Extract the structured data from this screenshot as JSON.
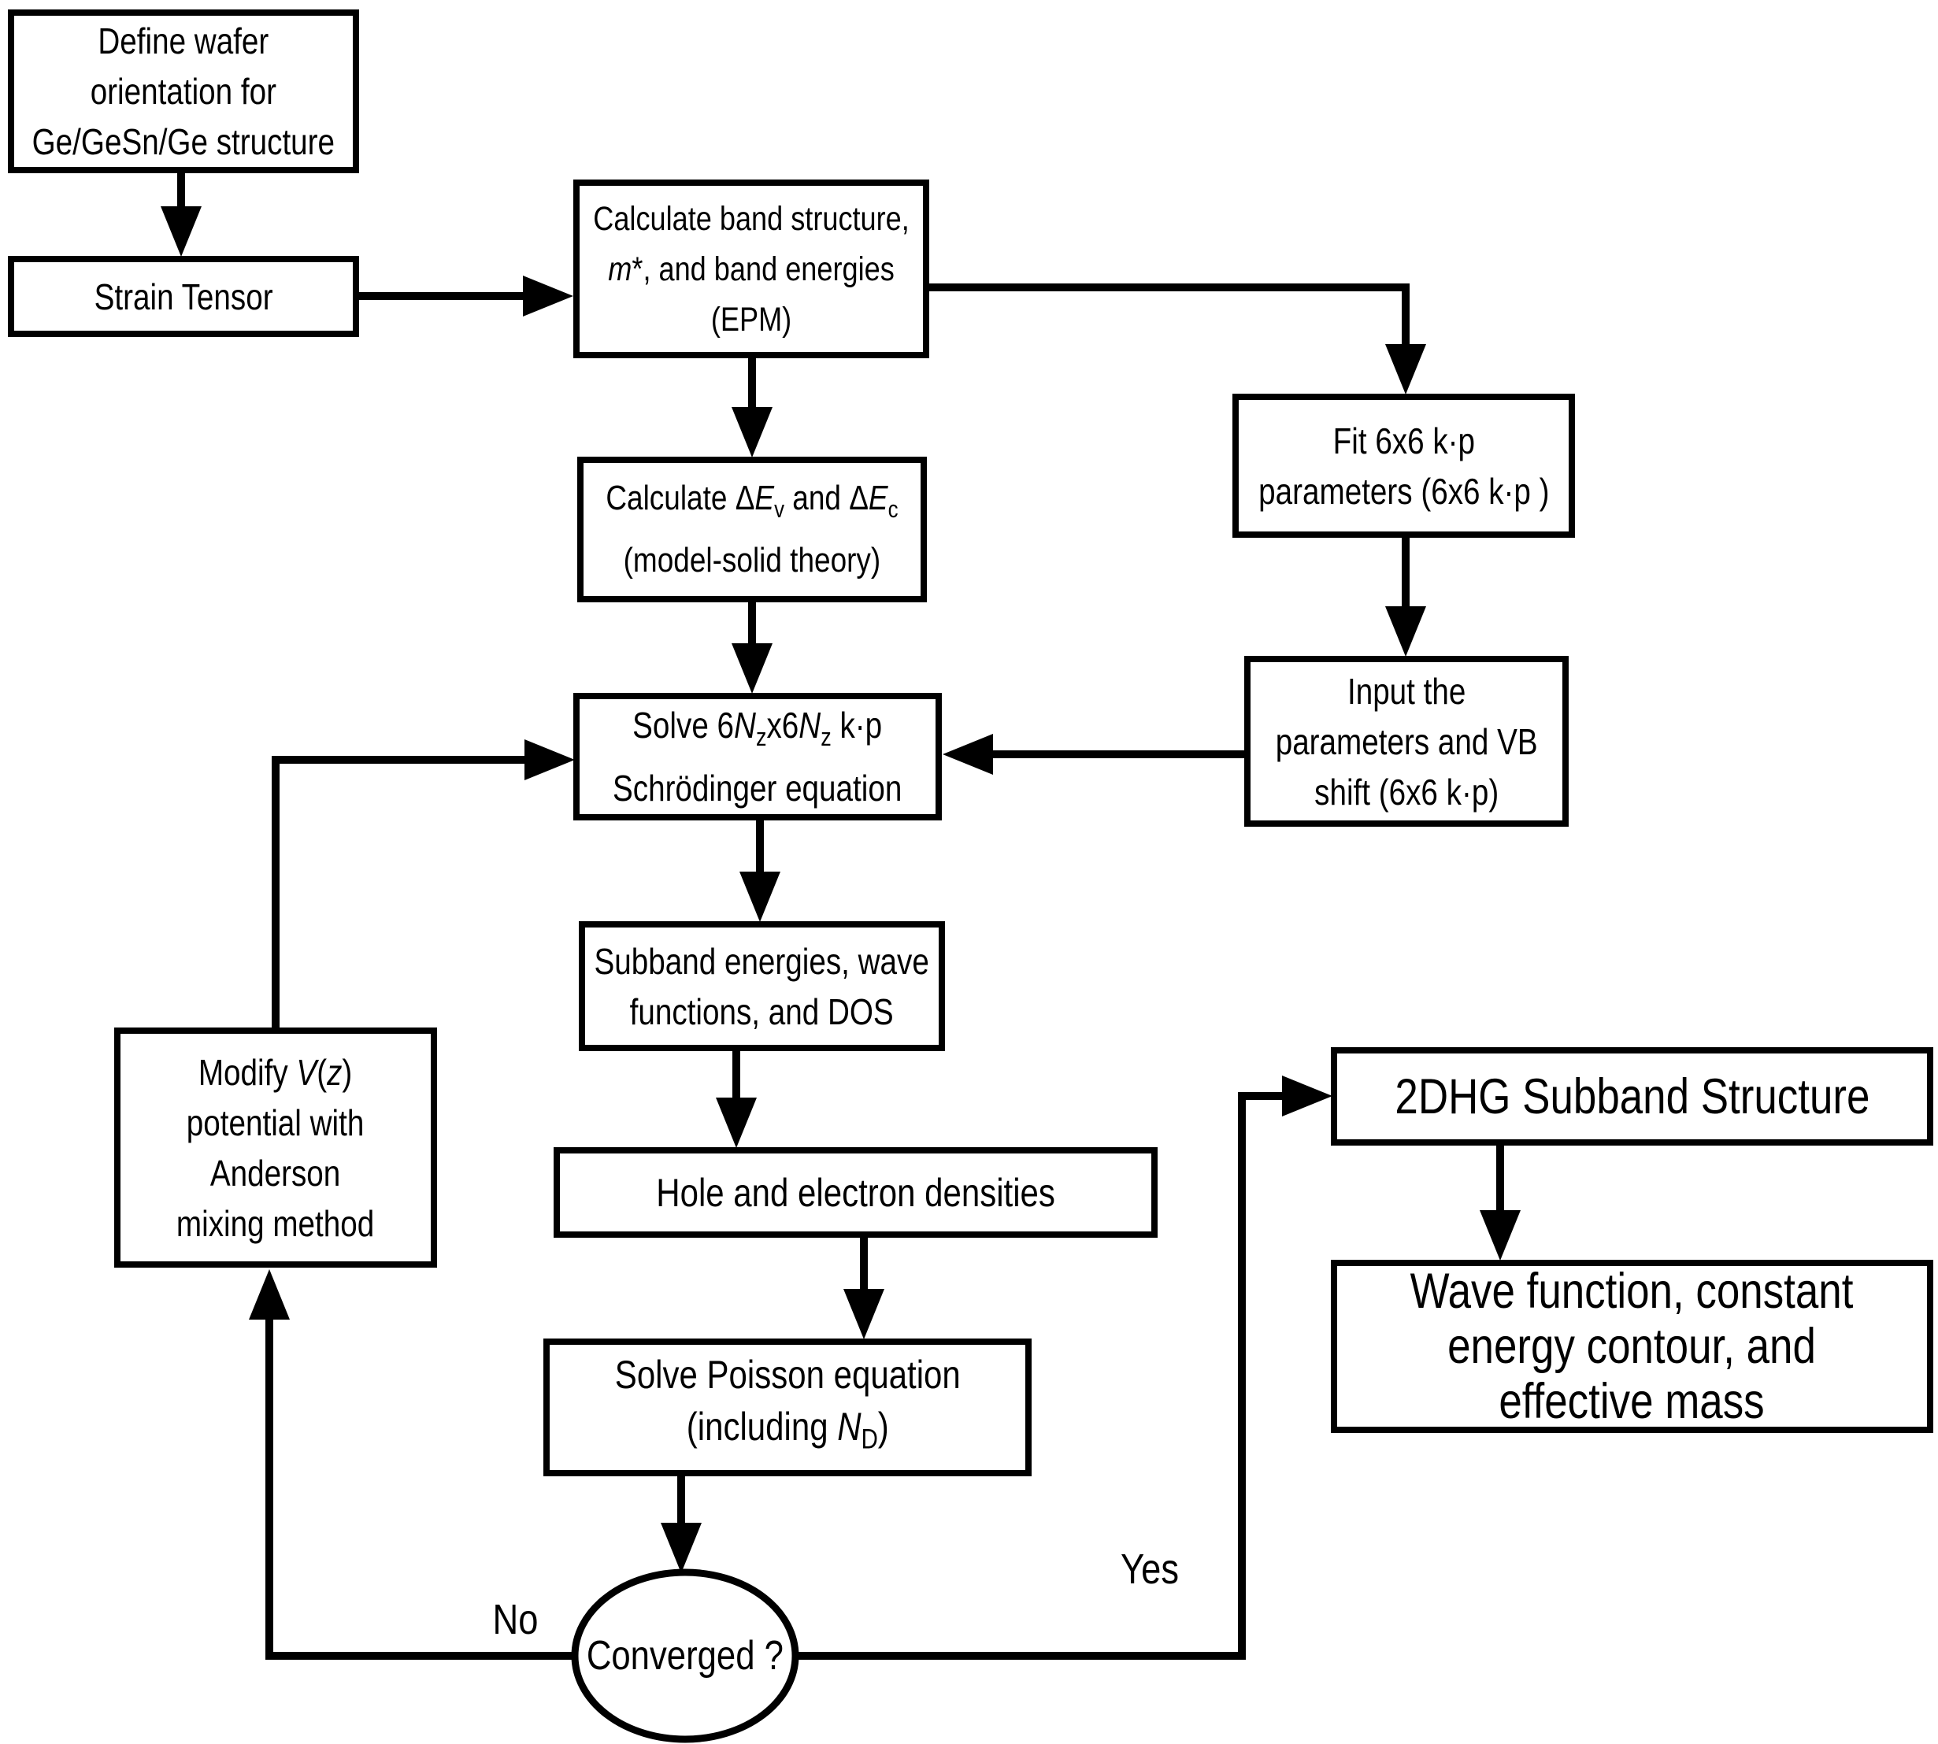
{
  "flowchart": {
    "colors": {
      "ink": "#000000",
      "background": "#ffffff"
    },
    "nodes": {
      "define_wafer": {
        "line1": "Define wafer",
        "line2": "orientation for",
        "line3": "Ge/GeSn/Ge structure"
      },
      "strain_tensor": {
        "label": "Strain Tensor"
      },
      "band_structure": {
        "line1": "Calculate band structure,",
        "line2_em": "m",
        "line2_rest": "*, and band energies",
        "line3": "(EPM)"
      },
      "fit_kp": {
        "line1": "Fit 6x6 k·p",
        "line2": "parameters (6x6 k·p )"
      },
      "band_offsets": {
        "line1_a": "Calculate Δ",
        "line1_e1": "E",
        "line1_s1": "v",
        "line1_b": " and Δ",
        "line1_e2": "E",
        "line1_s2": "c",
        "line2": "(model-solid theory)"
      },
      "input_params": {
        "line1": "Input the",
        "line2": "parameters and VB",
        "line3": "shift (6x6 k·p)"
      },
      "schrodinger": {
        "line1_a": "Solve 6",
        "line1_n1": "N",
        "line1_z1": "z",
        "line1_b": "x6",
        "line1_n2": "N",
        "line1_z2": "z",
        "line1_c": " k·p",
        "line2": "Schrödinger equation"
      },
      "subband": {
        "line1": "Subband energies, wave",
        "line2": "functions, and DOS"
      },
      "modify_potential": {
        "line1_a": "Modify ",
        "line1_v": "V",
        "line1_b": "(",
        "line1_z": "z",
        "line1_c": ")",
        "line2": "potential with",
        "line3": "Anderson",
        "line4": "mixing method"
      },
      "densities": {
        "label": "Hole and electron densities"
      },
      "poisson": {
        "line1": "Solve Poisson equation",
        "line2_a": "(including ",
        "line2_n": "N",
        "line2_d": "D",
        "line2_b": ")"
      },
      "converged": {
        "label": "Converged ?"
      },
      "twodhg": {
        "label": "2DHG Subband Structure"
      },
      "wave_outputs": {
        "line1": "Wave function, constant",
        "line2": "energy contour, and",
        "line3": "effective mass"
      }
    },
    "edge_labels": {
      "no": "No",
      "yes": "Yes"
    },
    "edges": [
      {
        "from": "define_wafer",
        "to": "strain_tensor"
      },
      {
        "from": "strain_tensor",
        "to": "band_structure"
      },
      {
        "from": "band_structure",
        "to": "band_offsets"
      },
      {
        "from": "band_structure",
        "to": "fit_kp"
      },
      {
        "from": "fit_kp",
        "to": "input_params"
      },
      {
        "from": "band_offsets",
        "to": "schrodinger"
      },
      {
        "from": "input_params",
        "to": "schrodinger"
      },
      {
        "from": "schrodinger",
        "to": "subband"
      },
      {
        "from": "subband",
        "to": "densities"
      },
      {
        "from": "densities",
        "to": "poisson"
      },
      {
        "from": "poisson",
        "to": "converged"
      },
      {
        "from": "converged",
        "to": "modify_potential",
        "label": "No"
      },
      {
        "from": "modify_potential",
        "to": "schrodinger"
      },
      {
        "from": "converged",
        "to": "twodhg",
        "label": "Yes"
      },
      {
        "from": "twodhg",
        "to": "wave_outputs"
      }
    ]
  }
}
